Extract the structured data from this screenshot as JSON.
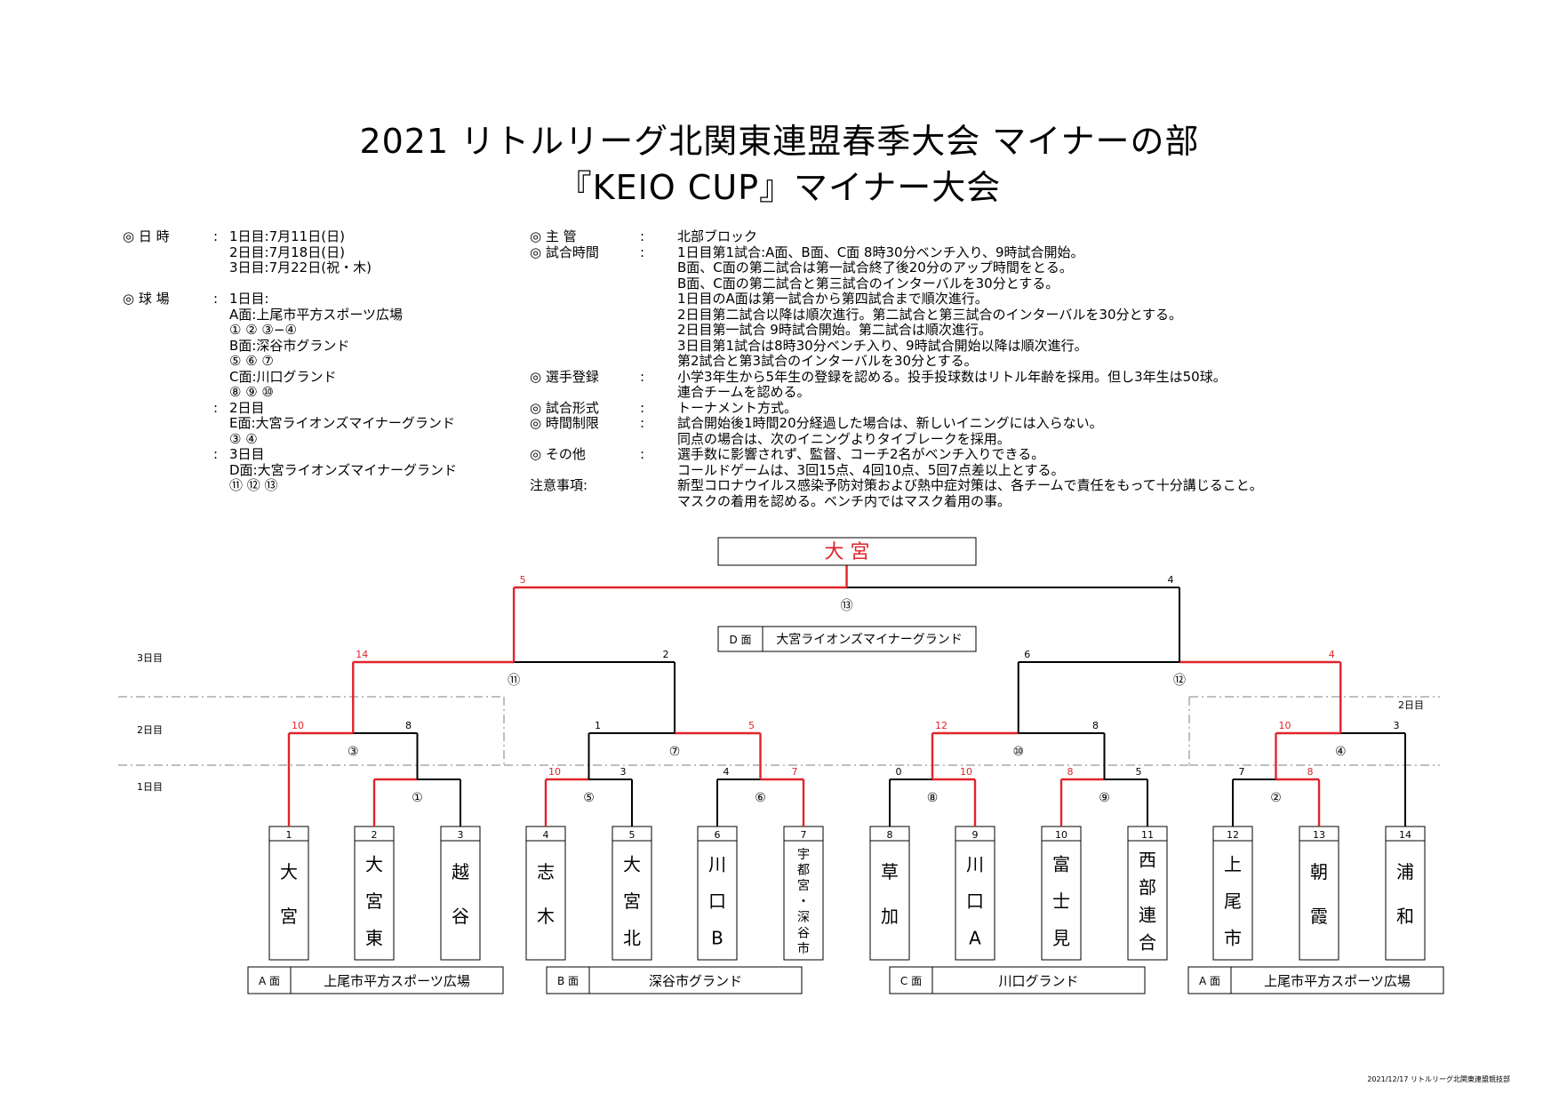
{
  "title": {
    "line1": "2021  リトルリーグ北関東連盟春季大会  マイナーの部",
    "line2": "『KEIO  CUP』マイナー大会"
  },
  "info_left": [
    {
      "label": "◎ 日  時",
      "colon": ":",
      "text": "1日目:7月11日(日)"
    },
    {
      "label": "",
      "colon": "",
      "text": "2日目:7月18日(日)"
    },
    {
      "label": "",
      "colon": "",
      "text": "3日目:7月22日(祝・木)"
    },
    {
      "label": "",
      "colon": "",
      "text": ""
    },
    {
      "label": "◎ 球  場",
      "colon": ":",
      "text": "1日目:"
    },
    {
      "label": "",
      "colon": "",
      "text": "A面:上尾市平方スポーツ広場"
    },
    {
      "label": "",
      "colon": "",
      "text": "①  ②  ③−④"
    },
    {
      "label": "",
      "colon": "",
      "text": "B面:深谷市グランド"
    },
    {
      "label": "",
      "colon": "",
      "text": "⑤  ⑥  ⑦"
    },
    {
      "label": "",
      "colon": "",
      "text": "C面:川口グランド"
    },
    {
      "label": "",
      "colon": "",
      "text": "⑧  ⑨  ⑩"
    },
    {
      "label": "",
      "colon": ":",
      "text": "2日目"
    },
    {
      "label": "",
      "colon": "",
      "text": "E面:大宮ライオンズマイナーグランド"
    },
    {
      "label": "",
      "colon": "",
      "text": "③  ④"
    },
    {
      "label": "",
      "colon": ":",
      "text": "3日目"
    },
    {
      "label": "",
      "colon": "",
      "text": "D面:大宮ライオンズマイナーグランド"
    },
    {
      "label": "",
      "colon": "",
      "text": "⑪  ⑫  ⑬"
    }
  ],
  "info_right": [
    {
      "label": "◎ 主  管",
      "colon": ":",
      "text": "北部ブロック"
    },
    {
      "label": "◎ 試合時間",
      "colon": ":",
      "text": "1日目第1試合:A面、B面、C面  8時30分ベンチ入り、9時試合開始。"
    },
    {
      "label": "",
      "colon": "",
      "text": "B面、C面の第二試合は第一試合終了後20分のアップ時間をとる。"
    },
    {
      "label": "",
      "colon": "",
      "text": "B面、C面の第二試合と第三試合のインターバルを30分とする。"
    },
    {
      "label": "",
      "colon": "",
      "text": "1日目のA面は第一試合から第四試合まで順次進行。"
    },
    {
      "label": "",
      "colon": "",
      "text": "2日目第二試合以降は順次進行。第二試合と第三試合のインターバルを30分とする。"
    },
    {
      "label": "",
      "colon": "",
      "text": "2日目第一試合  9時試合開始。第二試合は順次進行。"
    },
    {
      "label": "",
      "colon": "",
      "text": "3日目第1試合は8時30分ベンチ入り、9時試合開始以降は順次進行。"
    },
    {
      "label": "",
      "colon": "",
      "text": "第2試合と第3試合のインターバルを30分とする。"
    },
    {
      "label": "◎ 選手登録",
      "colon": ":",
      "text": "小学3年生から5年生の登録を認める。投手投球数はリトル年齢を採用。但し3年生は50球。"
    },
    {
      "label": "",
      "colon": "",
      "text": "連合チームを認める。"
    },
    {
      "label": "◎ 試合形式",
      "colon": ":",
      "text": "トーナメント方式。"
    },
    {
      "label": "◎ 時間制限",
      "colon": ":",
      "text": "試合開始後1時間20分経過した場合は、新しいイニングには入らない。"
    },
    {
      "label": "",
      "colon": "",
      "text": "同点の場合は、次のイニングよりタイブレークを採用。"
    },
    {
      "label": "◎ その他",
      "colon": ":",
      "text": "選手数に影響されず、監督、コーチ2名がベンチ入りできる。"
    },
    {
      "label": "",
      "colon": "",
      "text": "コールドゲームは、3回15点、4回10点、5回7点差以上とする。"
    },
    {
      "label": "注意事項:",
      "colon": "",
      "text": "新型コロナウイルス感染予防対策および熱中症対策は、各チームで責任をもって十分講じること。"
    },
    {
      "label": "",
      "colon": "",
      "text": "マスクの着用を認める。ベンチ内ではマスク着用の事。"
    }
  ],
  "champion": "大   宮",
  "final_venue": {
    "label": "D  面",
    "name": "大宮ライオンズマイナーグランド"
  },
  "day_labels": {
    "day3": "3日目",
    "day2": "2日目",
    "day1": "1日目",
    "day2_right": "2日目"
  },
  "teams": [
    {
      "num": "1",
      "name": "大宮"
    },
    {
      "num": "2",
      "name": "大宮東"
    },
    {
      "num": "3",
      "name": "越谷"
    },
    {
      "num": "4",
      "name": "志木"
    },
    {
      "num": "5",
      "name": "大宮北"
    },
    {
      "num": "6",
      "name": "川口B"
    },
    {
      "num": "7",
      "name": "宇都宮・深谷市"
    },
    {
      "num": "8",
      "name": "草加"
    },
    {
      "num": "9",
      "name": "川口A"
    },
    {
      "num": "10",
      "name": "富士見"
    },
    {
      "num": "11",
      "name": "西部連合"
    },
    {
      "num": "12",
      "name": "上尾市"
    },
    {
      "num": "13",
      "name": "朝霞"
    },
    {
      "num": "14",
      "name": "浦和"
    }
  ],
  "games": [
    {
      "id": "①",
      "left_score": "",
      "right_score": ""
    },
    {
      "id": "②",
      "left_score": "7",
      "right_score": "8"
    },
    {
      "id": "③",
      "left_score": "10",
      "right_score": "8"
    },
    {
      "id": "④",
      "left_score": "10",
      "right_score": "3"
    },
    {
      "id": "⑤",
      "left_score": "10",
      "right_score": "3"
    },
    {
      "id": "⑥",
      "left_score": "4",
      "right_score": "7"
    },
    {
      "id": "⑦",
      "left_score": "1",
      "right_score": "5"
    },
    {
      "id": "⑧",
      "left_score": "0",
      "right_score": "10"
    },
    {
      "id": "⑨",
      "left_score": "8",
      "right_score": "5"
    },
    {
      "id": "⑩",
      "left_score": "12",
      "right_score": "8"
    },
    {
      "id": "⑪",
      "left_score": "14",
      "right_score": "2"
    },
    {
      "id": "⑫",
      "left_score": "6",
      "right_score": "4"
    },
    {
      "id": "⑬",
      "left_score": "5",
      "right_score": "4"
    }
  ],
  "venues": [
    {
      "label": "A  面",
      "name": "上尾市平方スポーツ広場"
    },
    {
      "label": "B  面",
      "name": "深谷市グランド"
    },
    {
      "label": "C  面",
      "name": "川口グランド"
    },
    {
      "label": "A  面",
      "name": "上尾市平方スポーツ広場"
    }
  ],
  "footer": "2021/12/17  リトルリーグ北関東連盟競技部",
  "colors": {
    "win": "#e0242b",
    "line": "#000000",
    "dash": "#7f7f7f"
  }
}
